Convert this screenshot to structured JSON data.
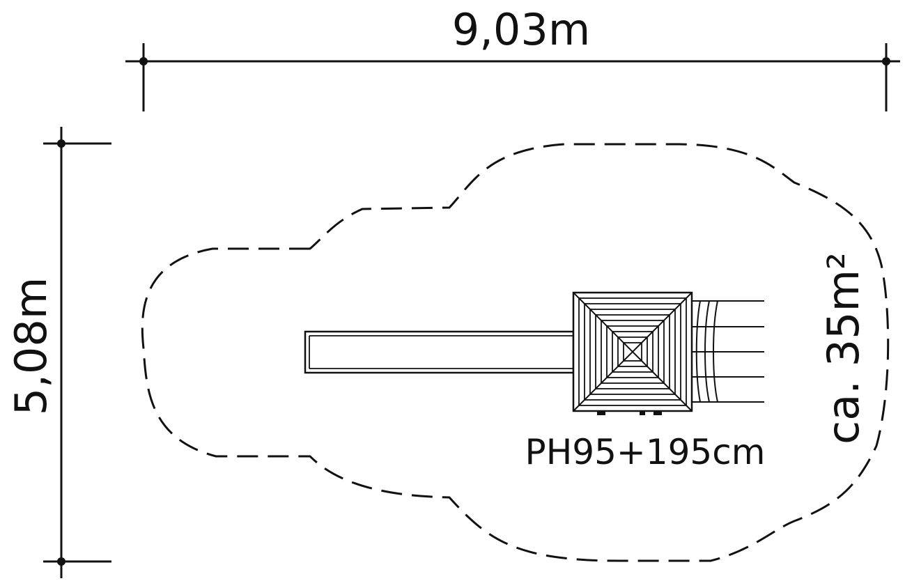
{
  "dimensions": {
    "width_label": "9,03m",
    "height_label": "5,08m"
  },
  "area_label": "ca. 35m²",
  "product_label": "PH95+195cm",
  "colors": {
    "line": "#111111",
    "background": "#ffffff"
  }
}
